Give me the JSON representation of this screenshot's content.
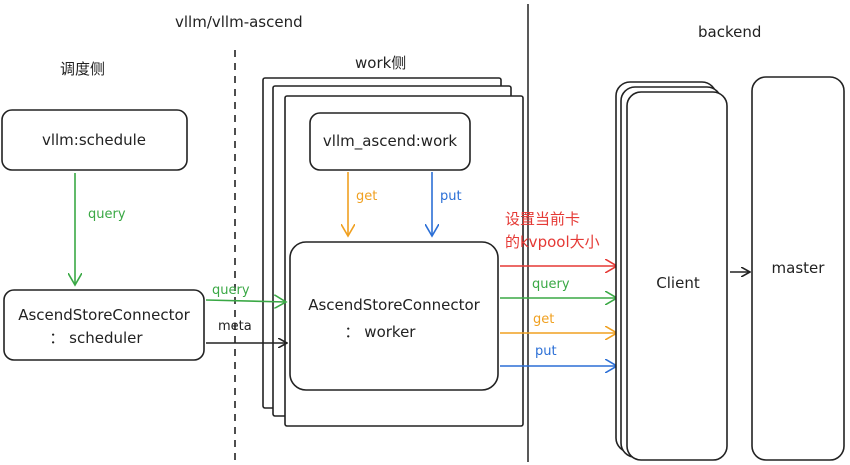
{
  "labels": {
    "top_center": "vllm/vllm-ascend",
    "backend": "backend",
    "scheduler_side": "调度侧",
    "worker_side": "work侧"
  },
  "boxes": {
    "schedule": "vllm:schedule",
    "connector_scheduler_line1": "AscendStoreConnector",
    "connector_scheduler_line2": "： scheduler",
    "worker_top": "vllm_ascend:work",
    "connector_worker_line1": "AscendStoreConnector",
    "connector_worker_line2": "： worker",
    "client": "Client",
    "master": "master"
  },
  "edges": {
    "query": "query",
    "get": "get",
    "put": "put",
    "meta": "meta",
    "set_kvpool_line1": "设置当前卡",
    "set_kvpool_line2": "的kvpool大小"
  },
  "colors": {
    "green": "#3aa845",
    "orange": "#f0a020",
    "blue": "#2b6fd6",
    "red": "#e53935",
    "black": "#222222"
  }
}
